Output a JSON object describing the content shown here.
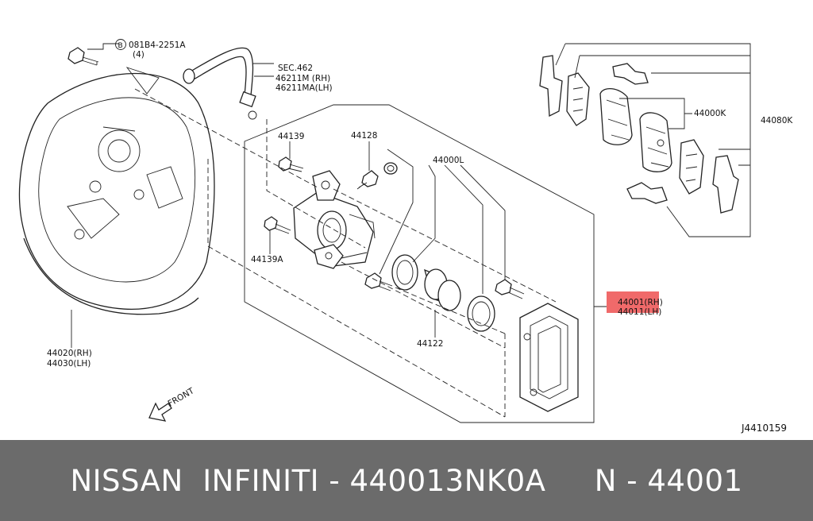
{
  "diagram_code": "J4410159",
  "highlight_color": "#f06a6a",
  "footer": {
    "text": "NISSAN  INFINITI - 440013NK0A     N - 44001"
  },
  "labels": {
    "bolt_spec": "081B4-2251A",
    "bolt_circle_letter": "B",
    "bolt_qty": "(4)",
    "sec": "SEC.462",
    "hose_rh": "46211M  (RH)",
    "hose_lh": "46211MA(LH)",
    "p44139": "44139",
    "p44128": "44128",
    "p44000L": "44000L",
    "p44000K": "44000K",
    "p44080K": "44080K",
    "p44139A": "44139A",
    "p44122": "44122",
    "p44001": "44001(RH)",
    "p44011": "44011(LH)",
    "p44020": "44020(RH)",
    "p44030": "44030(LH)",
    "front": "FRONT"
  }
}
